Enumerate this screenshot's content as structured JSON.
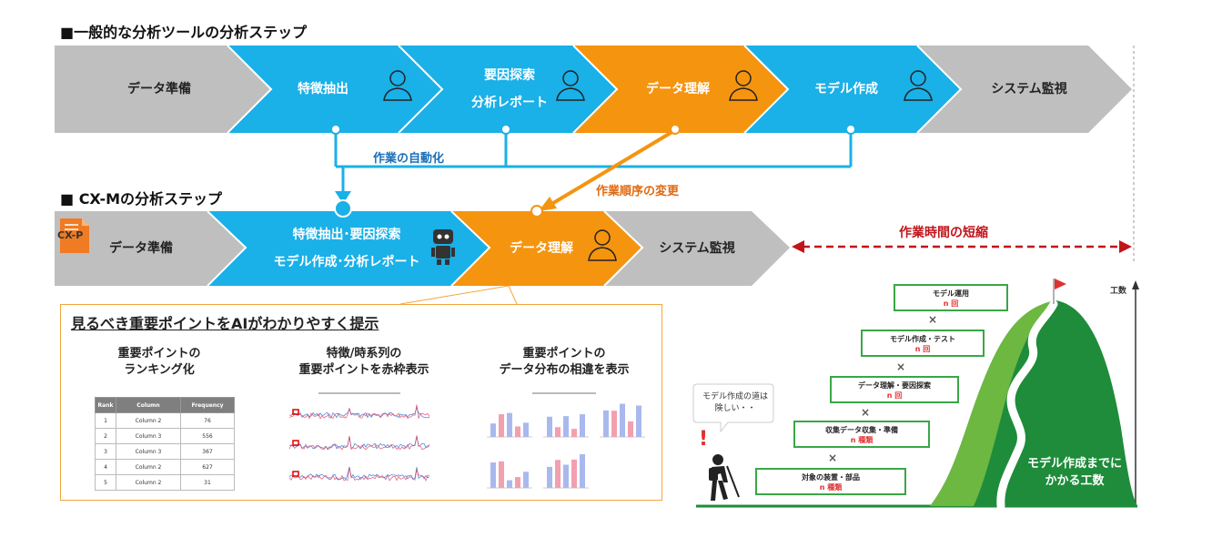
{
  "general": {
    "heading": "■一般的な分析ツールの分析ステップ",
    "steps": [
      {
        "label": "データ準備",
        "color": "#bfbfbf"
      },
      {
        "label": "特徴抽出",
        "color": "#1ab0e8"
      },
      {
        "label": "要因探索",
        "label2": "分析レポート",
        "color": "#1ab0e8"
      },
      {
        "label": "データ理解",
        "color": "#f5940f"
      },
      {
        "label": "モデル作成",
        "color": "#1ab0e8"
      },
      {
        "label": "システム監視",
        "color": "#bfbfbf"
      }
    ]
  },
  "annotations": {
    "automation": "作業の自動化",
    "order_change": "作業順序の変更",
    "time_reduction": "作業時間の短縮"
  },
  "cxm": {
    "heading": "■ CX-Mの分析ステップ",
    "logo": "CX-P",
    "steps": [
      {
        "label": "データ準備",
        "color": "#bfbfbf"
      },
      {
        "label": "特徴抽出･要因探索",
        "label2": "モデル作成･分析レポート",
        "color": "#1ab0e8"
      },
      {
        "label": "データ理解",
        "color": "#f5940f"
      },
      {
        "label": "システム監視",
        "color": "#bfbfbf"
      }
    ]
  },
  "feature_box": {
    "title": "見るべき重要ポイントをAIがわかりやすく提示",
    "items": [
      {
        "line1": "重要ポイントの",
        "line2": "ランキング化"
      },
      {
        "line1": "特徴/時系列の",
        "line2": "重要ポイントを赤枠表示"
      },
      {
        "line1": "重要ポイントの",
        "line2": "データ分布の相違を表示"
      }
    ],
    "ranking_table": {
      "headers": [
        "Rank",
        "Column",
        "Frequency"
      ],
      "rows": [
        [
          "1",
          "Column 2",
          "76"
        ],
        [
          "2",
          "Column 3",
          "556"
        ],
        [
          "3",
          "Column 3",
          "367"
        ],
        [
          "4",
          "Column 2",
          "627"
        ],
        [
          "5",
          "Column 2",
          "31"
        ]
      ]
    }
  },
  "mountain": {
    "speech": "モデル作成の道は険しい・・",
    "exclaim": "!",
    "axis_label": "工数",
    "peak_label_1": "モデル作成までに",
    "peak_label_2": "かかる工数",
    "times_symbol": "×",
    "stairs": [
      {
        "label": "対象の装置・部品",
        "count": "n 種類"
      },
      {
        "label": "収集データ収集・準備",
        "count": "n 種類"
      },
      {
        "label": "データ理解・要因探索",
        "count": "n 回"
      },
      {
        "label": "モデル作成・テスト",
        "count": "n 回"
      },
      {
        "label": "モデル運用",
        "count": "n 回"
      }
    ]
  },
  "colors": {
    "blue": "#1ab0e8",
    "orange": "#f5940f",
    "gray": "#bfbfbf",
    "green": "#1e8c3a",
    "red": "#c0151b"
  }
}
